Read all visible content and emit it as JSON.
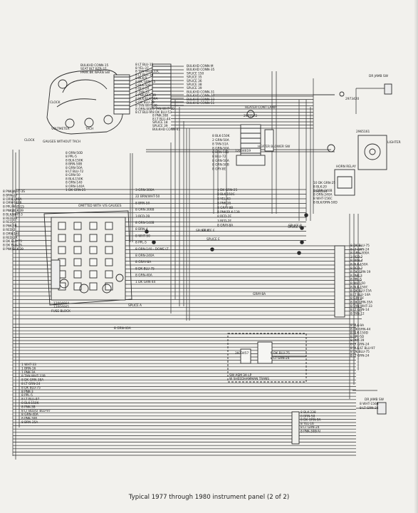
{
  "caption": "Typical 1977 through 1980 instrument panel (2 of 2)",
  "components": {
    "clock": "CLOCK",
    "voltmeter": "VOLTMETER",
    "tach": "TACH",
    "gauges_without_tach": "GAUGES WITHOUT TACH",
    "clock_left": "CLOCK",
    "fuse_block": "FUSE BLOCK",
    "heater_blower_sw": "HEATER BLOWER SW",
    "heater_cont_lamp": "HEATER CONT LAMP",
    "horn_relay": "HORN RELAY",
    "lighter": "LIGHTER",
    "dr_jamb_sw_top": "DR JAMB SW",
    "dr_jamb_sw_bottom": "DR JAMB SW",
    "splice_b": "SPLICE B",
    "splice_e": "SPLICE E",
    "sw_asm": "SW ASM 3A LP",
    "sw_asm_note": "W SHEEDHAMMAN TRANS",
    "omitted": "OMITTED WITH V/S GAUGES"
  },
  "top_cluster_labels": [
    "BULKHD CONN-15",
    "SEAT BLT BZR-37",
    "PARK BK WARN SW",
    "8 LT BLU-15",
    "8 YEL-37",
    "8 TAN WHT-33C",
    "8 LT BLU-16",
    "8 BLK-9",
    "8 DK GRN-15",
    "8 BLK-50B",
    "8 BLU-20",
    "8 TAN-33",
    "8 PNK/BLK-39",
    "8 BLK/BLK-39A",
    "8 DK BLU-39",
    "8 TAN WHT-30",
    "8 ORN-908",
    "8 LT BLU-M",
    "BULKHD CONN-M",
    "BULKHD CONN-35",
    "SPLICE 150",
    "SPLICE 35",
    "SPLICE 36",
    "SPLICE 38",
    "SPLICE 39",
    "BULKHD CONN-31",
    "BULKHD CONN-30",
    "BULKHD CONN-33",
    "BULKHD CONN-51",
    "8 TAN WHT-30",
    "8 DK BLU-53",
    "8 PNK-308",
    "8 LT BLU-44",
    "SPLICE 18",
    "SPLICE 39",
    "BULKHD CONN-41"
  ],
  "gauge_wires": [
    "8 ORN-50D",
    "8 PPL-5",
    "8 BLK-150K",
    "8 BRN-50B",
    "8 GRN-50A",
    "8 LT BLU-72",
    "8 GRN-50",
    "8 BLK-150K",
    "8 ORN-140",
    "8 ORN-140A",
    "1 DK GRN-25"
  ],
  "fuse_left_wires": [
    "8 PNK/WHT-3S",
    "8 BRN-27",
    "8 ORN-140A",
    "8 ORN-140B",
    "8 PPL/WHT-15",
    "8 PNK/BLK-39",
    "8 BLK/WHT-3",
    "8 RED-2A",
    "8 RED-2",
    "8 PNK-3B",
    "8 RED-2",
    "8 ORN-140",
    "8 RED-2A",
    "8 DK BLU-75",
    "8 DK BLU-75",
    "8 PNK/BLK-39"
  ],
  "fuse_right_wires": [
    "3 GRN-300A",
    "22 BRN/WHT-50",
    "8 BRN-50",
    "8 ORN-300B",
    "3 RED-2B",
    "8 ORN-140B",
    "8 BRN-4",
    "8 WHT-50",
    "8 PPL-5",
    "8 ORN-140 - DOME LT",
    "8 ORN-240A",
    "8 GRAY-8A",
    "8 DK BLU-75",
    "8 GRN-40A",
    "1 DK GRN-44"
  ],
  "center_wires": [
    "1 DK GRN-25",
    "8 BLK-150C",
    "8 YEL-43",
    "8 PNK-35",
    "8 GRAY-8B",
    "8 PNK/BLK-139",
    "8 RED-2E",
    "3 RED-2E",
    "8 GRAY-8A"
  ],
  "heater_wires": [
    "8 BLK-150K",
    "2 GRN-50A",
    "8 TAN-51A",
    "8 GRN-50A",
    "8 BRN-50B",
    "8 BLU-72",
    "8 GRN-50A",
    "8 GRN-50B",
    "8 GRY-8E"
  ],
  "horn_wires": [
    "10 DK GRN-25",
    "8 BLK-20",
    "8 ORN-240B",
    "8 ORN-240A",
    "8 WHT-156C",
    "8 BLK/ORN-50D"
  ],
  "right_bus_wires": [
    "8 DK BLU-75",
    "8 LT GRN-24",
    "8 GRN-300A",
    "3 RED-2",
    "8 BRN-4",
    "8 BLK-150A",
    "8 RED-2",
    "8 DK GRN-19",
    "8 PNK-3",
    "8 PPL-5",
    "8 WHT-50",
    "8 BLK-150C",
    "8 DK BLU-15A",
    "8 LT BLU-14A",
    "8 GRY-8F",
    "8 DK GRN-35A",
    "8 TAN WHT-33",
    "8 LT GRN-14",
    "8 TAN-12"
  ],
  "right_lower_wires": [
    "8 BLK-9A",
    "8 DK GRN-44",
    "8 BLK-150D",
    "8 PPL-5D",
    "8 PNK-39",
    "8 LT GRN-24",
    "8 BLK/LT BLU-97",
    "8 DK BLU-75",
    "8 LT GRN-24",
    "8 BLK-238",
    "8 BRN-58",
    "8 DK GRN-9A",
    "8 YEL-16",
    "8 LT GRN-24",
    "8 PNK-308(A)",
    "8 WHT-156B",
    "8 LT GRN-24"
  ],
  "bottom_left_wires": [
    "1 WHT-33",
    "1 BRN-16",
    "1 PNK-3A",
    "8 TAN WHT-33B",
    "8 DK GRN-38A",
    "8 LT GRN-24",
    "8 DK BLU-75",
    "8 PNK-3",
    "8 PPL-5",
    "8 LT BLU-97",
    "8 BLK-150K",
    "8 PNK-3B",
    "8 LT BLU/LT BLU-97",
    "8 GRN-40A",
    "8 PNK-308",
    "8 BRN-25A"
  ],
  "splice_labels": [
    "SPLICE D",
    "SPLICE B",
    "SPLICE E",
    "SPLICE A",
    "8 DK BLU-75",
    "8 LT GRN-24",
    "GRAY-8A",
    "8 GRN-40A"
  ],
  "connectors": [
    "12004664",
    "12004665",
    "2977572",
    "2973457",
    "12004619",
    "2965161",
    "2973420",
    "2964544"
  ]
}
